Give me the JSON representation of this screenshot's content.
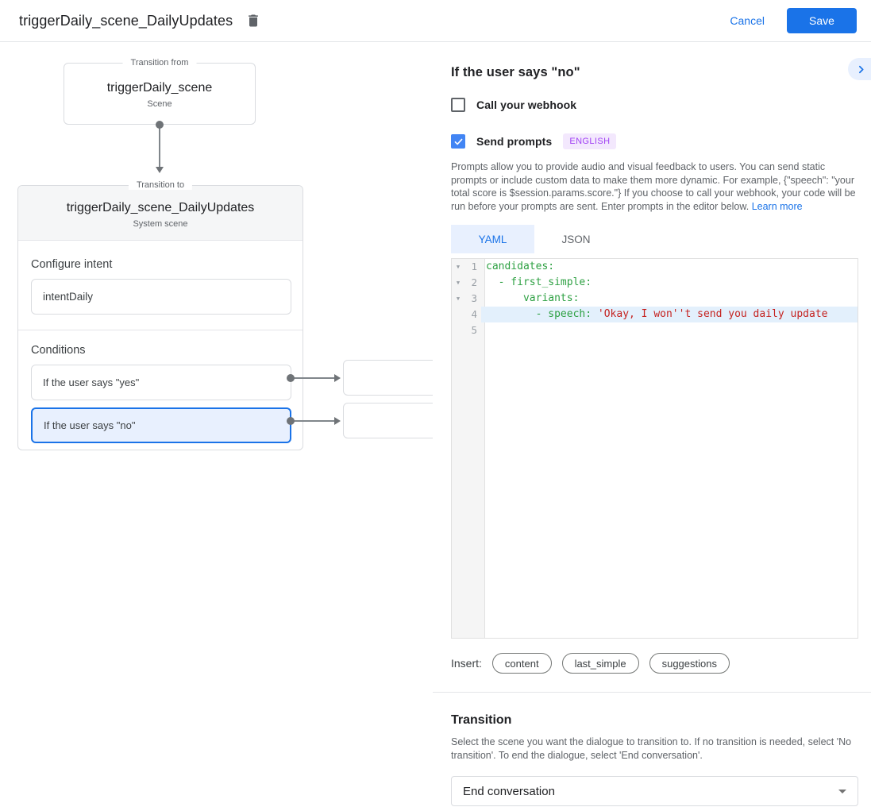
{
  "header": {
    "title": "triggerDaily_scene_DailyUpdates",
    "cancel_label": "Cancel",
    "save_label": "Save"
  },
  "diagram": {
    "from": {
      "legend": "Transition from",
      "title": "triggerDaily_scene",
      "subtitle": "Scene"
    },
    "to": {
      "legend": "Transition to",
      "title": "triggerDaily_scene_DailyUpdates",
      "subtitle": "System scene",
      "configure_intent_label": "Configure intent",
      "intent_value": "intentDaily",
      "conditions_label": "Conditions",
      "conditions": [
        {
          "label": "If the user says \"yes\"",
          "selected": false
        },
        {
          "label": "If the user says \"no\"",
          "selected": true
        }
      ]
    }
  },
  "panel": {
    "heading": "If the user says \"no\"",
    "webhook_label": "Call your webhook",
    "send_prompts_label": "Send prompts",
    "language_badge": "ENGLISH",
    "description": "Prompts allow you to provide audio and visual feedback to users. You can send static prompts or include custom data to make them more dynamic. For example, {\"speech\": \"your total score is $session.params.score.\"} If you choose to call your webhook, your code will be run before your prompts are sent. Enter prompts in the editor below.",
    "learn_more_label": "Learn more",
    "tabs": [
      {
        "label": "YAML",
        "active": true
      },
      {
        "label": "JSON",
        "active": false
      }
    ],
    "editor": {
      "lines": [
        {
          "num": "1",
          "fold": true,
          "active": false,
          "segments": [
            {
              "type": "key",
              "text": "candidates:"
            }
          ]
        },
        {
          "num": "2",
          "fold": true,
          "active": false,
          "segments": [
            {
              "type": "key",
              "text": "  - first_simple:"
            }
          ]
        },
        {
          "num": "3",
          "fold": true,
          "active": false,
          "segments": [
            {
              "type": "key",
              "text": "      variants:"
            }
          ]
        },
        {
          "num": "4",
          "fold": false,
          "active": true,
          "segments": [
            {
              "type": "key",
              "text": "        - speech: "
            },
            {
              "type": "string",
              "text": "'Okay, I won''t send you daily update"
            }
          ]
        },
        {
          "num": "5",
          "fold": false,
          "active": false,
          "segments": []
        }
      ]
    },
    "insert_label": "Insert:",
    "insert_chips": [
      "content",
      "last_simple",
      "suggestions"
    ],
    "transition": {
      "heading": "Transition",
      "description": "Select the scene you want the dialogue to transition to. If no transition is needed, select 'No transition'. To end the dialogue, select 'End conversation'.",
      "dropdown_value": "End conversation"
    }
  },
  "colors": {
    "accent_blue": "#1A73E8",
    "checkbox_checked": "#4285F4",
    "selected_condition_bg": "#E8F0FE",
    "selected_condition_border": "#1A73E8",
    "badge_bg": "#F3E8FD",
    "badge_text": "#A142F4",
    "code_key_green": "#2DA042",
    "code_string_red": "#C5221F",
    "active_line_bg": "#E3F0FC"
  }
}
